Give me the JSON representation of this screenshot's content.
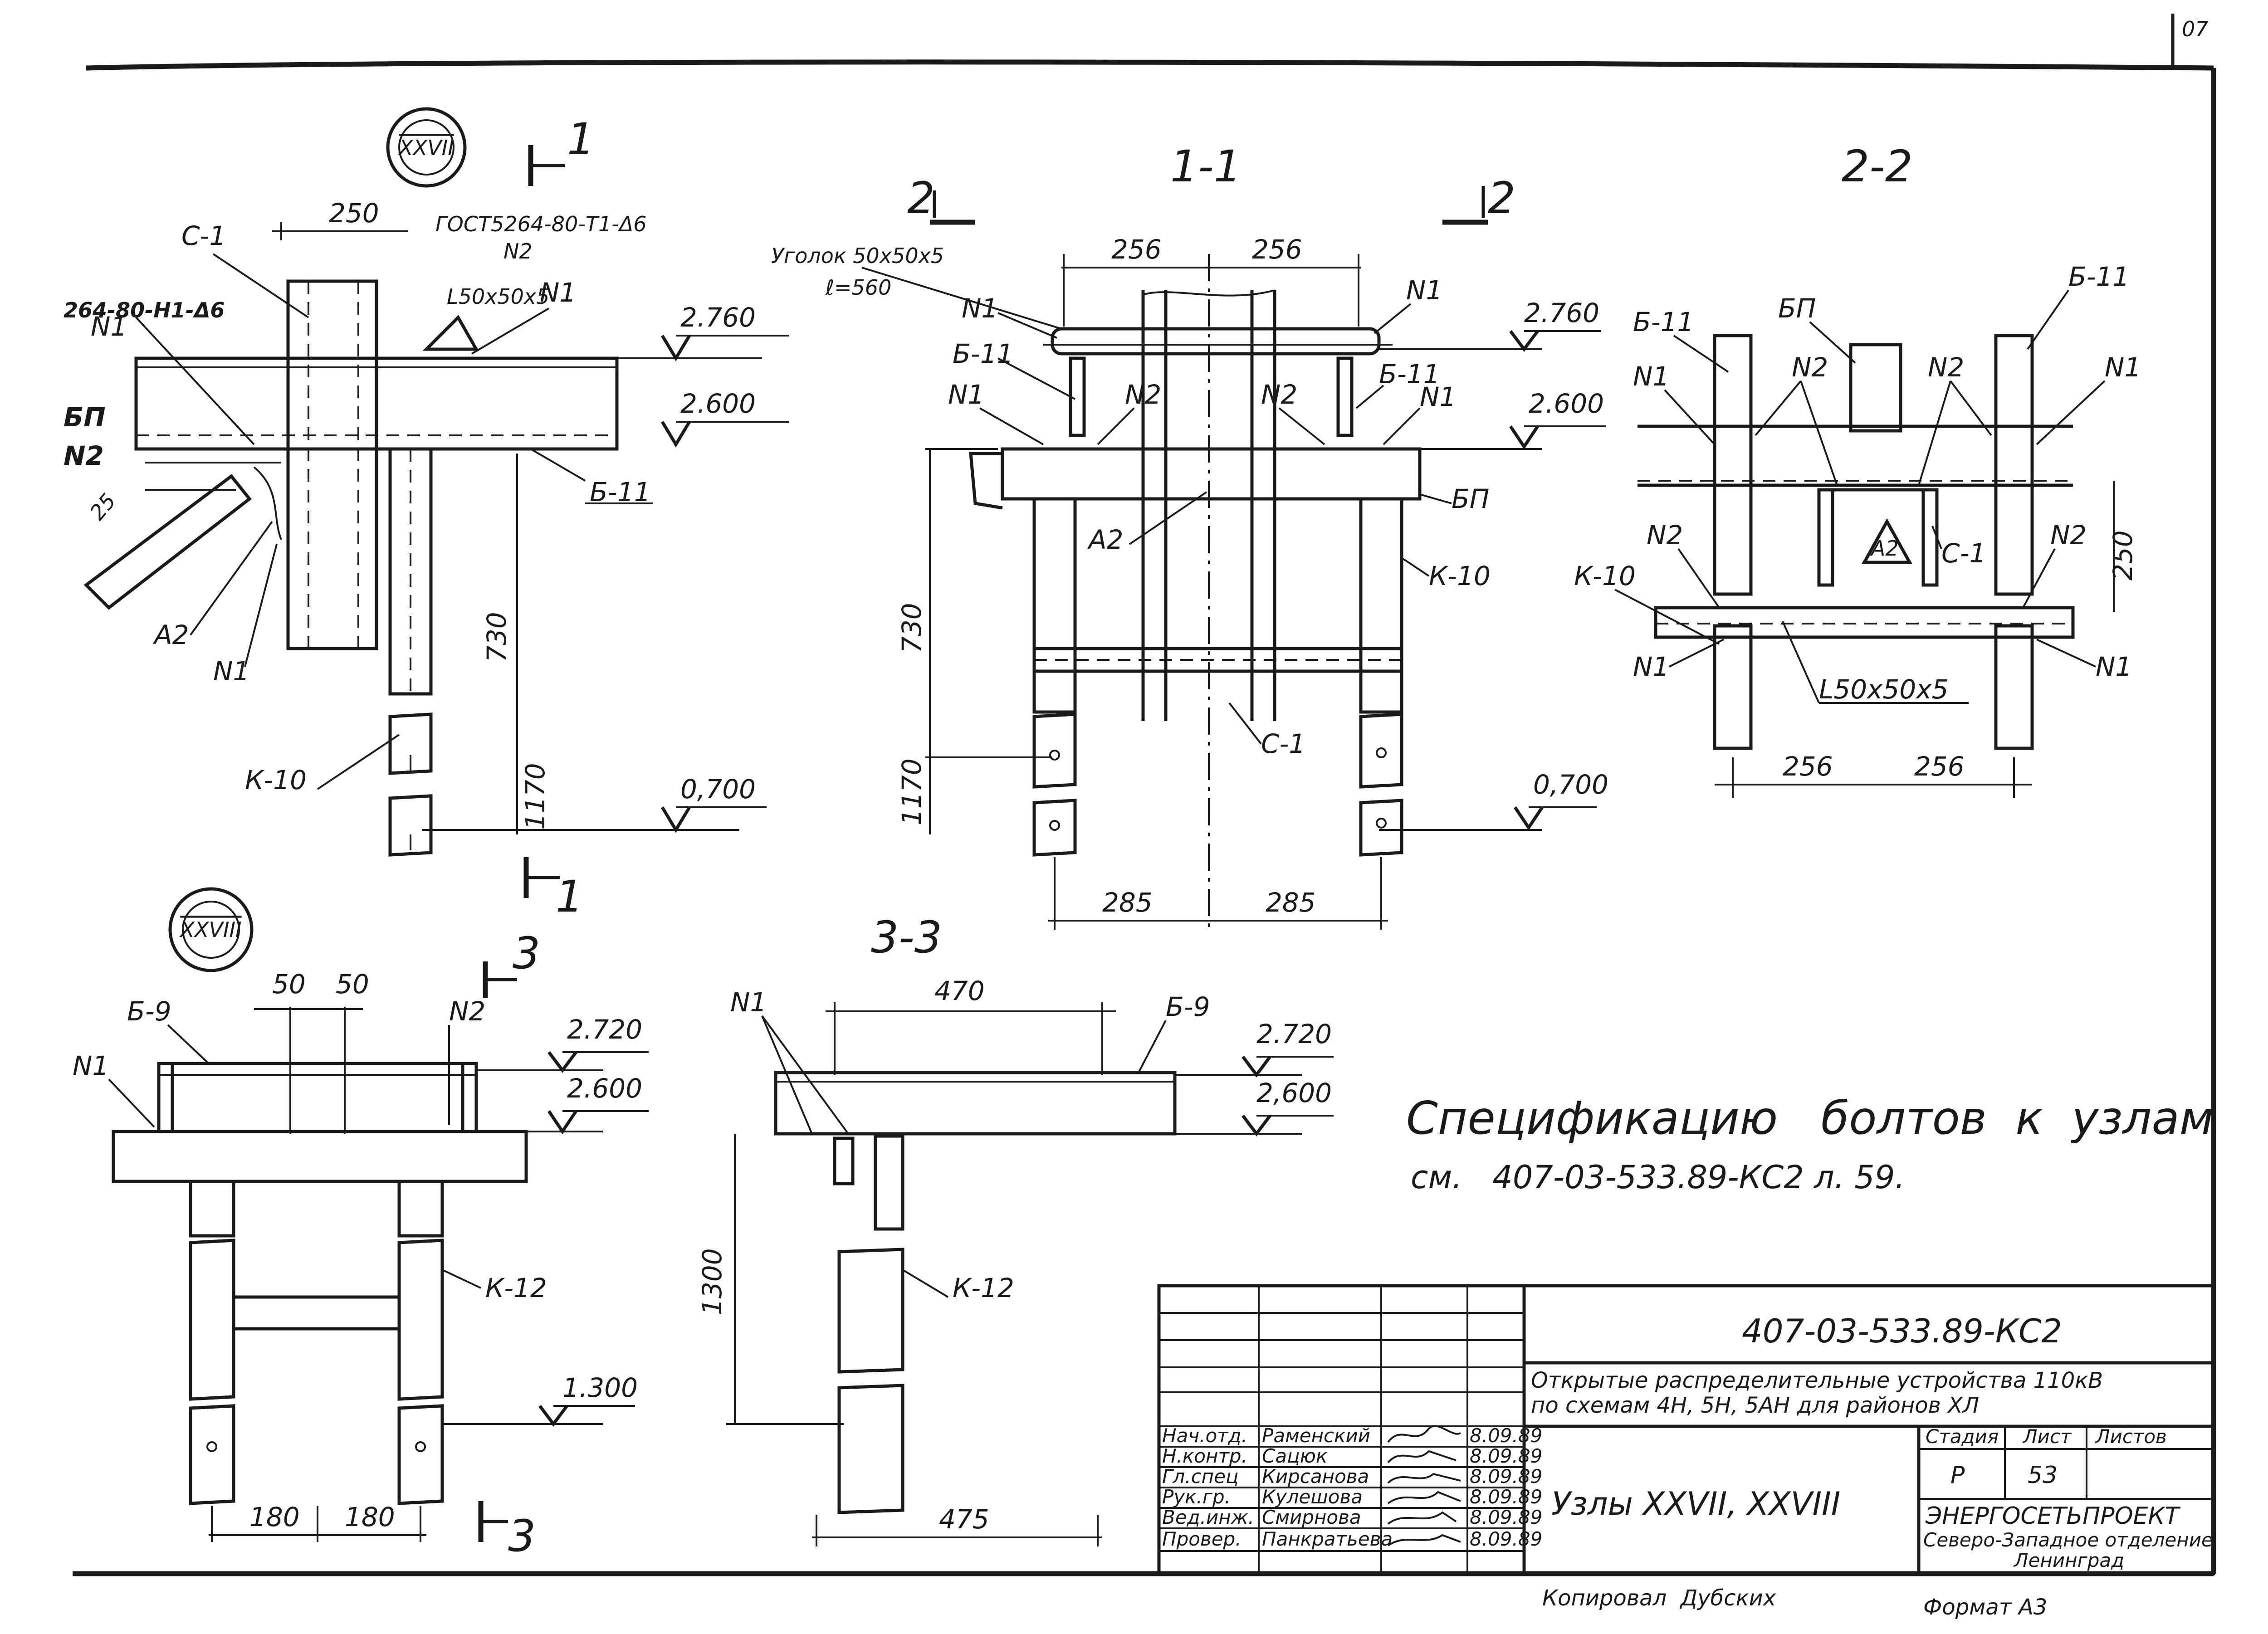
{
  "node_xxvii": {
    "marker": "XXVII",
    "cut_mark_1": "1",
    "labels": {
      "c1": "С-1",
      "gost1": "ГОСТ5264-80-Т1-Δ6",
      "n2": "N2",
      "angle": "L50х50х5",
      "n1a": "N1",
      "gost2": "264-80-Н1-Δ6",
      "n1b": "N1",
      "bp": "БП",
      "n2b": "N2",
      "dim25": "25",
      "a2": "А2",
      "n1c": "N1",
      "b11": "Б-11",
      "k10": "К-10"
    },
    "dims": {
      "d250": "250",
      "d730": "730",
      "d1170": "1170"
    },
    "elevations": {
      "e1": "2.760",
      "e2": "2.600",
      "e3": "0,700"
    }
  },
  "section_1_1": {
    "title": "1-1",
    "cut_mark_2": "2",
    "labels": {
      "ugolok": "Уголок 50х50х5",
      "length": "ℓ=560",
      "n1a": "N1",
      "b11a": "Б-11",
      "n1b": "N1",
      "n2a": "N2",
      "n2b": "N2",
      "n1c": "N1",
      "b11b": "Б-11",
      "n1d": "N1",
      "bp": "БП",
      "a2": "А2",
      "k10": "К-10",
      "c1": "С-1"
    },
    "dims": {
      "top1": "256",
      "top2": "256",
      "d730": "730",
      "d1170": "1170",
      "bot1": "285",
      "bot2": "285"
    },
    "elevations": {
      "e1": "2.760",
      "e2": "2.600",
      "e3": "0,700"
    }
  },
  "section_2_2": {
    "title": "2-2",
    "labels": {
      "b11a": "Б-11",
      "bp": "БП",
      "b11b": "Б-11",
      "n1a": "N1",
      "n2a": "N2",
      "n2b": "N2",
      "n1b": "N1",
      "n2c": "N2",
      "a2": "А2",
      "c1": "С-1",
      "n2d": "N2",
      "k10": "К-10",
      "n1c": "N1",
      "angle": "L50х50х5",
      "n1d": "N1"
    },
    "dims": {
      "d250": "250",
      "bot1": "256",
      "bot2": "256"
    }
  },
  "node_xxviii": {
    "marker": "XXVIII",
    "cut_mark_3": "3",
    "labels": {
      "b9": "Б-9",
      "n1": "N1",
      "n2": "N2",
      "k12": "К-12"
    },
    "dims": {
      "top1": "50",
      "top2": "50",
      "bot1": "180",
      "bot2": "180"
    },
    "elevations": {
      "e1": "2.720",
      "e2": "2.600",
      "e3": "1.300"
    }
  },
  "section_3_3": {
    "title": "3-3",
    "labels": {
      "n1": "N1",
      "b9": "Б-9",
      "k12": "К-12"
    },
    "dims": {
      "top": "470",
      "d1300": "1300",
      "bot": "475"
    },
    "elevations": {
      "e1": "2.720",
      "e2": "2,600"
    }
  },
  "note": {
    "line1": "Спецификацию   болтов  к  узлам",
    "line2": "см.   407-03-533.89-КС2 л. 59."
  },
  "title_block": {
    "code": "407-03-533.89-КС2",
    "project_title_1": "Открытые распределительные устройства  110кВ",
    "project_title_2": "по схемам 4Н, 5Н, 5АН  для районов  ХЛ",
    "sheet_name": "Узлы XXVII,  XXVIII",
    "stage_header": "Стадия",
    "sheet_header": "Лист",
    "sheets_header": "Листов",
    "stage": "Р",
    "sheet": "53",
    "sheets": "",
    "org_1": "ЭНЕРГОСЕТЬПРОЕКТ",
    "org_2": "Северо-Западное отделение",
    "org_3": "Ленинград",
    "staff": [
      {
        "role": "Нач.отд.",
        "name": "Раменский",
        "date": "8.09.89"
      },
      {
        "role": "Н.контр.",
        "name": "Сацюк",
        "date": "8.09.89"
      },
      {
        "role": "Гл.спец",
        "name": "Кирсанова",
        "date": "8.09.89"
      },
      {
        "role": "Рук.гр.",
        "name": "Кулешова",
        "date": "8.09.89"
      },
      {
        "role": "Вед.инж.",
        "name": "Смирнова",
        "date": "8.09.89"
      },
      {
        "role": "Провер.",
        "name": "Панкратьева",
        "date": "8.09.89"
      }
    ],
    "copied": "Копировал  Дубских",
    "format": "Формат А3",
    "corner_number": "07"
  }
}
